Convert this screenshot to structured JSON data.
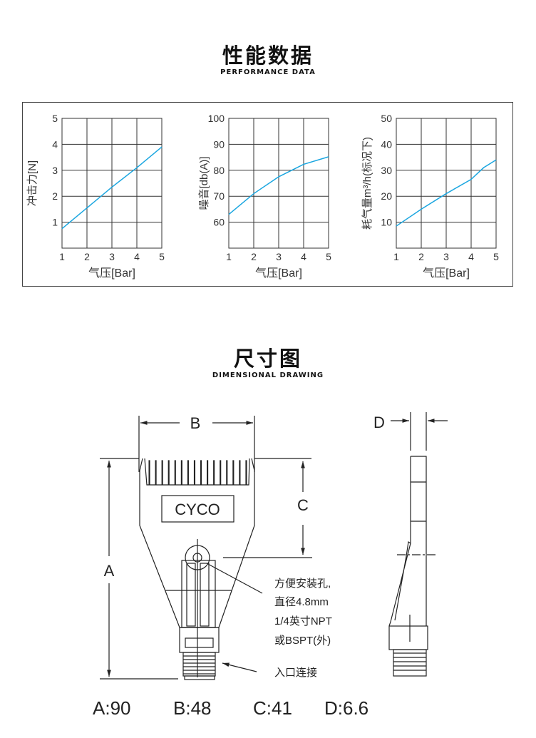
{
  "performance": {
    "title_cn": "性能数据",
    "title_en": "PERFORMANCE DATA"
  },
  "dimension": {
    "title_cn": "尺寸图",
    "title_en": "DIMENSIONAL DRAWING",
    "labels": {
      "A": "A",
      "B": "B",
      "C": "C",
      "D": "D"
    },
    "logo": "CYCO",
    "note_hole": [
      "方便安装孔,",
      "直径4.8mm",
      "1/4英寸NPT",
      "或BSPT(外)"
    ],
    "note_inlet": "入口连接",
    "values": [
      "A:90",
      "B:48",
      "C:41",
      "D:6.6"
    ]
  },
  "colors": {
    "line": "#1aa6e0",
    "grid": "#333333"
  },
  "chart_data": [
    {
      "type": "line",
      "title": "",
      "xlabel": "气压[Bar]",
      "ylabel": "冲击力[N]",
      "xlim": [
        1,
        5
      ],
      "ylim": [
        0,
        5
      ],
      "xticks": [
        1,
        2,
        3,
        4,
        5
      ],
      "yticks": [
        1,
        2,
        3,
        4,
        5
      ],
      "grid": true,
      "series": [
        {
          "name": "冲击力",
          "x": [
            1,
            2,
            3,
            4,
            5
          ],
          "y": [
            0.75,
            1.55,
            2.35,
            3.1,
            3.9
          ]
        }
      ]
    },
    {
      "type": "line",
      "title": "",
      "xlabel": "气压[Bar]",
      "ylabel": "噪音[db(A)]",
      "xlim": [
        1,
        5
      ],
      "ylim": [
        50,
        100
      ],
      "xticks": [
        1,
        2,
        3,
        4,
        5
      ],
      "yticks": [
        60,
        70,
        80,
        90,
        100
      ],
      "grid": true,
      "series": [
        {
          "name": "噪音",
          "x": [
            1,
            2,
            3,
            4,
            5
          ],
          "y": [
            63,
            71,
            77.5,
            82.3,
            85.2
          ]
        }
      ]
    },
    {
      "type": "line",
      "title": "",
      "xlabel": "气压[Bar]",
      "ylabel": "耗气量m³/h(标况下)",
      "xlim": [
        1,
        5
      ],
      "ylim": [
        0,
        50
      ],
      "xticks": [
        1,
        2,
        3,
        4,
        5
      ],
      "yticks": [
        10,
        20,
        30,
        40,
        50
      ],
      "grid": true,
      "series": [
        {
          "name": "耗气量",
          "x": [
            1,
            2,
            3,
            4,
            4.5,
            5
          ],
          "y": [
            8.5,
            15,
            21,
            26.5,
            31,
            34
          ]
        }
      ]
    }
  ]
}
